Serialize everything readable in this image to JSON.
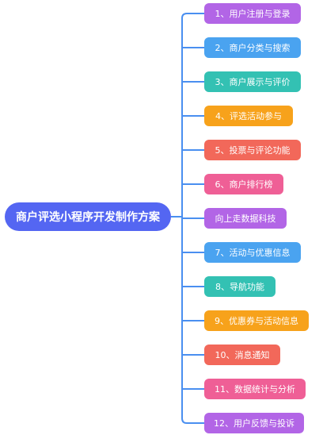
{
  "root": {
    "label": "商户评选小程序开发制作方案",
    "color": "#5466f2"
  },
  "branches": [
    {
      "label": "1、用户注册与登录",
      "color": "#b265e6"
    },
    {
      "label": "2、商户分类与搜索",
      "color": "#4aa3f0"
    },
    {
      "label": "3、商户展示与评价",
      "color": "#33c1b3"
    },
    {
      "label": "4、评选活动参与",
      "color": "#f7a21b"
    },
    {
      "label": "5、投票与评论功能",
      "color": "#f2685a"
    },
    {
      "label": "6、商户排行榜",
      "color": "#ef5f96"
    },
    {
      "label": "向上走数据科技",
      "color": "#b265e6"
    },
    {
      "label": "7、活动与优惠信息",
      "color": "#4aa3f0"
    },
    {
      "label": "8、导航功能",
      "color": "#33c1b3"
    },
    {
      "label": "9、优惠券与活动信息",
      "color": "#f7a21b"
    },
    {
      "label": "10、消息通知",
      "color": "#f2685a"
    },
    {
      "label": "11、数据统计与分析",
      "color": "#ef5f96"
    },
    {
      "label": "12、用户反馈与投诉",
      "color": "#b265e6"
    }
  ]
}
